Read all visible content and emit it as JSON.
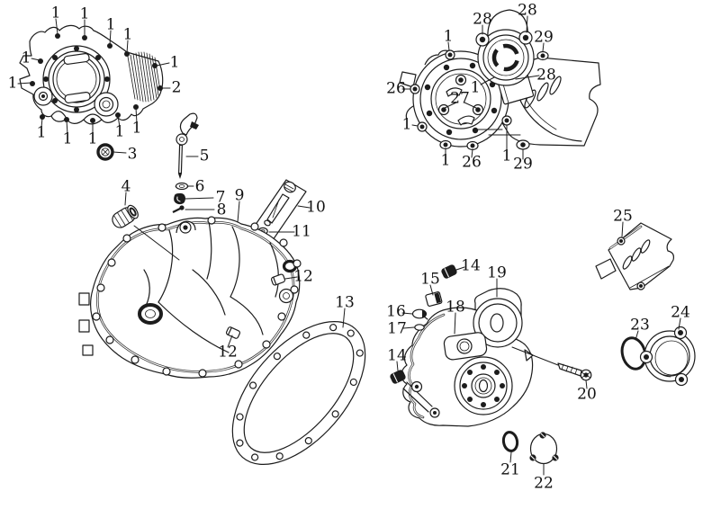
{
  "diagram": {
    "background_color": "#ffffff",
    "line_color": "#1c1c1c"
  },
  "callouts": [
    {
      "label": "1"
    },
    {
      "label": "1"
    },
    {
      "label": "1"
    },
    {
      "label": "1"
    },
    {
      "label": "1"
    },
    {
      "label": "1"
    },
    {
      "label": "1"
    },
    {
      "label": "2"
    },
    {
      "label": "1"
    },
    {
      "label": "1"
    },
    {
      "label": "1"
    },
    {
      "label": "1"
    },
    {
      "label": "1"
    },
    {
      "label": "3"
    },
    {
      "label": "4"
    },
    {
      "label": "5"
    },
    {
      "label": "6"
    },
    {
      "label": "7"
    },
    {
      "label": "8"
    },
    {
      "label": "9"
    },
    {
      "label": "10"
    },
    {
      "label": "11"
    },
    {
      "label": "12"
    },
    {
      "label": "12"
    },
    {
      "label": "13"
    },
    {
      "label": "28"
    },
    {
      "label": "28"
    },
    {
      "label": "1"
    },
    {
      "label": "29"
    },
    {
      "label": "28"
    },
    {
      "label": "26"
    },
    {
      "label": "27"
    },
    {
      "label": "1"
    },
    {
      "label": "1"
    },
    {
      "label": "1"
    },
    {
      "label": "26"
    },
    {
      "label": "1"
    },
    {
      "label": "29"
    },
    {
      "label": "14"
    },
    {
      "label": "15"
    },
    {
      "label": "16"
    },
    {
      "label": "17"
    },
    {
      "label": "18"
    },
    {
      "label": "19"
    },
    {
      "label": "14"
    },
    {
      "label": "20"
    },
    {
      "label": "21"
    },
    {
      "label": "22"
    },
    {
      "label": "23"
    },
    {
      "label": "24"
    },
    {
      "label": "25"
    }
  ]
}
